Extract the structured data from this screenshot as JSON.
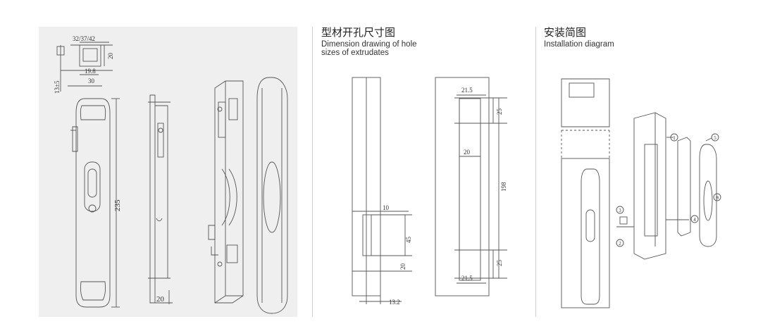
{
  "product_panel": {
    "dims": {
      "d_32_37_42": "32/37/42",
      "d_20_top": "20",
      "d_19_8": "19.8",
      "d_30": "30",
      "d_13_5": "13±5",
      "d_235": "235",
      "d_20_bottom": "20"
    }
  },
  "hole_section": {
    "title_cn": "型材开孔尺寸图",
    "title_en_line1": "Dimension drawing of hole",
    "title_en_line2": "sizes of extrudates",
    "dims": {
      "d_10": "10",
      "d_45": "45",
      "d_20_left": "20",
      "d_13_2": "13.2",
      "d_21_5_top": "21.5",
      "d_25_top": "25",
      "d_20_mid": "20",
      "d_198": "198",
      "d_25_bottom": "25",
      "d_21_5_bottom": "21.5"
    }
  },
  "install_section": {
    "title_cn": "安装简图",
    "title_en": "Installation diagram",
    "callouts": [
      "1",
      "2",
      "3",
      "4",
      "5",
      "6"
    ]
  }
}
